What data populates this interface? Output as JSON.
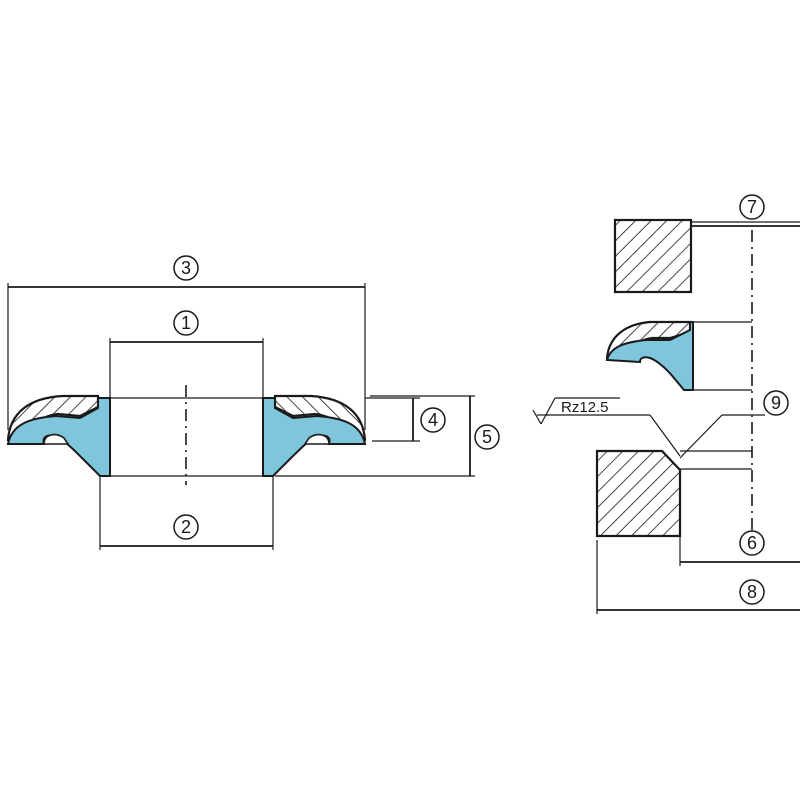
{
  "colors": {
    "seal": "#7fc6dc",
    "line": "#1a1a1a",
    "background": "#ffffff"
  },
  "callouts": [
    "1",
    "2",
    "3",
    "4",
    "5",
    "6",
    "7",
    "8",
    "9"
  ],
  "surface_finish": "Rz12.5"
}
